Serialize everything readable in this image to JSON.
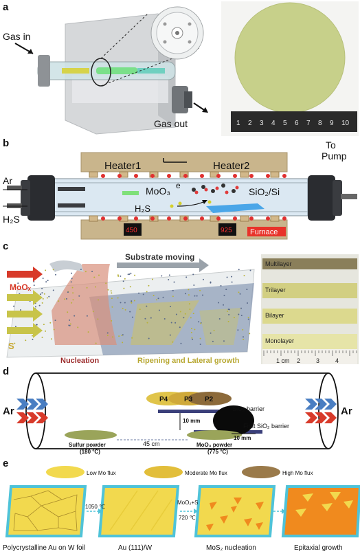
{
  "panel_a": {
    "label": "a",
    "gas_in": "Gas in",
    "gas_out": "Gas out",
    "ruler_numbers": [
      "1",
      "2",
      "3",
      "4",
      "5",
      "6",
      "7",
      "8",
      "9",
      "10"
    ]
  },
  "panel_b": {
    "label": "b",
    "heater1": "Heater1",
    "heater2": "Heater2",
    "to_pump": "To\nPump",
    "to": "To",
    "pump": "Pump",
    "ar": "Ar",
    "h2s": "H₂S",
    "h2s_inside": "H₂S",
    "moo3": "MoO₃",
    "e_label": "e",
    "substrate": "SiO₂/Si",
    "display1": "450",
    "display2": "925",
    "furnace": "Furnace"
  },
  "panel_c": {
    "label": "c",
    "moox": "MoOₓ",
    "s": "S",
    "substrate_moving": "Substrate moving",
    "nucleation": "Nucleation",
    "ripening": "Ripening and Lateral growth",
    "layers": [
      "Multilayer",
      "Trilayer",
      "Bilayer",
      "Monolayer"
    ],
    "scale_labels": [
      "1 cm",
      "2",
      "3",
      "4"
    ]
  },
  "panel_d": {
    "label": "d",
    "ar_left": "Ar",
    "ar_right": "Ar",
    "p4": "P4",
    "p3": "P3",
    "p2": "P2",
    "sio2_barrier": "SiO₂ barrier",
    "first_barrier": "First SiO₂ barrier",
    "dist_10mm_a": "10 mm",
    "dist_10mm_b": "10 mm",
    "dist_45cm": "45 cm",
    "sulfur": "Sulfur powder",
    "sulfur_temp": "(180 °C)",
    "moo3_powder": "MoO₃ powder",
    "moo3_temp": "(775 °C)"
  },
  "panel_e": {
    "label": "e",
    "low": "Low Mo flux",
    "moderate": "Moderate Mo flux",
    "high": "High Mo flux",
    "arrow1": "1050 ℃",
    "arrow2a": "MoO₂+S",
    "arrow2b": "720 ℃",
    "captions": [
      "Polycrystalline Au on W foil",
      "Au (111)/W",
      "MoS₂ nucleation",
      "Epitaxial growth"
    ]
  },
  "colors": {
    "heater": "#c9b58c",
    "wafer": "#c7d08a",
    "red_arrow": "#d83a2a",
    "blue_arrow": "#4a7ec2",
    "nucleation_text": "#9b2a2a",
    "ripening_text": "#b8a832",
    "au_yellow": "#f2d94e",
    "mos2_orange": "#f08a1e"
  }
}
